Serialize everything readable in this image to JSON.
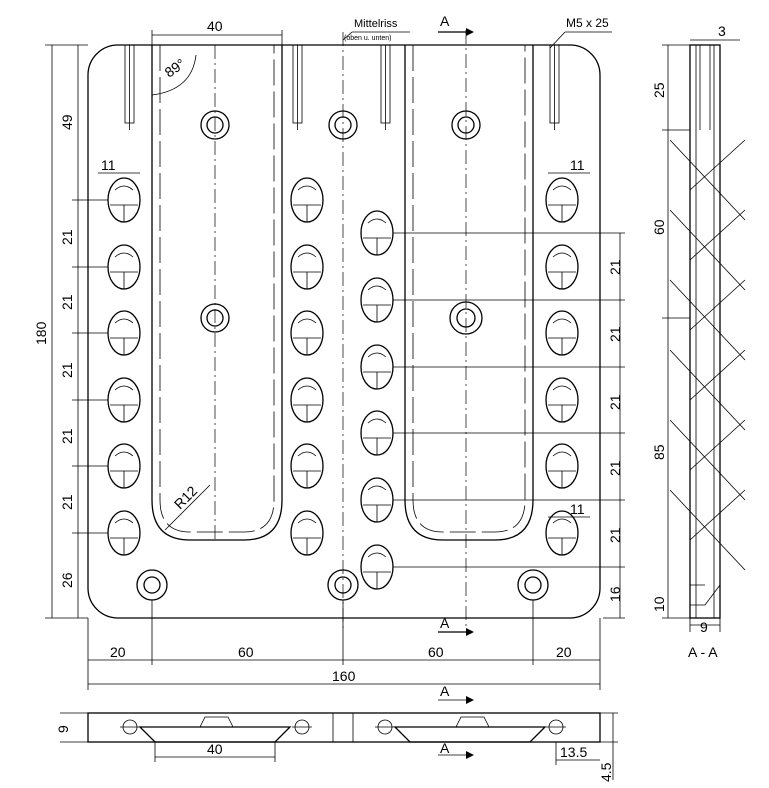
{
  "title_section": "A - A",
  "section_marker": "A",
  "notes": {
    "center_line": "Mittelriss",
    "center_line_sub": "(oben u. unten)",
    "thread": "M5 x 25",
    "angle": "89°",
    "radius": "R12"
  },
  "front_view": {
    "width_dims": [
      "20",
      "60",
      "60",
      "20"
    ],
    "overall_width": "160",
    "overall_height": "180",
    "left_dims": [
      "49",
      "21",
      "21",
      "21",
      "21",
      "21",
      "26"
    ],
    "right_dims": [
      "21",
      "21",
      "21",
      "21",
      "21",
      "16"
    ],
    "top_width": "40",
    "hole_offset_top_left": "11",
    "hole_offset_top_right": "11",
    "hole_offset_bottom_right": "11"
  },
  "side_view": {
    "top": "3",
    "dims": [
      "25",
      "60",
      "85",
      "10"
    ],
    "thickness": "9"
  },
  "bottom_view": {
    "height": "9",
    "width": "40",
    "offset": "13.5",
    "thickness": "4.5"
  }
}
